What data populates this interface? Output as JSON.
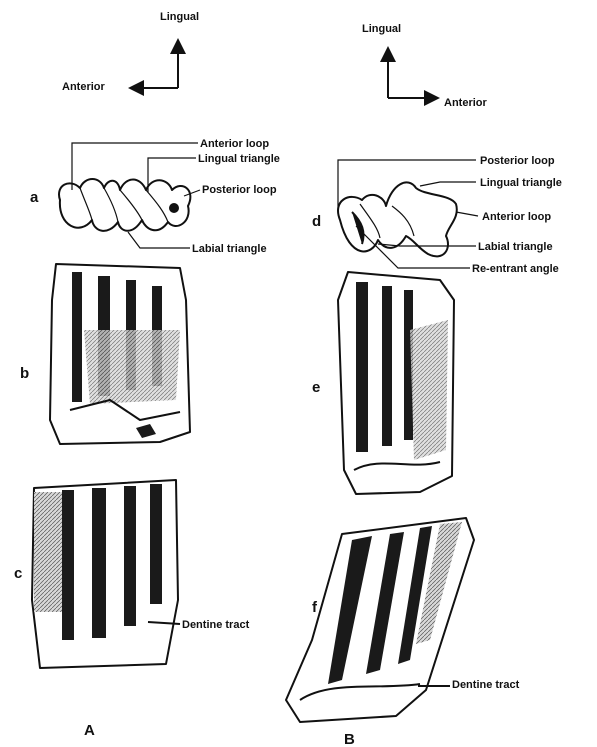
{
  "figure_a": {
    "axis_vertical": "Lingual",
    "axis_horizontal": "Anterior",
    "labels": [
      "Anterior loop",
      "Lingual triangle",
      "Posterior loop",
      "Labial triangle"
    ],
    "panels": [
      "a",
      "b",
      "c"
    ],
    "dentine_label": "Dentine tract",
    "caption": "A"
  },
  "figure_b": {
    "axis_vertical": "Lingual",
    "axis_horizontal": "Anterior",
    "labels": [
      "Posterior loop",
      "Lingual triangle",
      "Anterior loop",
      "Labial triangle",
      "Re-entrant angle"
    ],
    "panels": [
      "d",
      "e",
      "f"
    ],
    "dentine_label": "Dentine tract",
    "caption": "B"
  },
  "colors": {
    "ink": "#111111",
    "paper": "#ffffff"
  }
}
